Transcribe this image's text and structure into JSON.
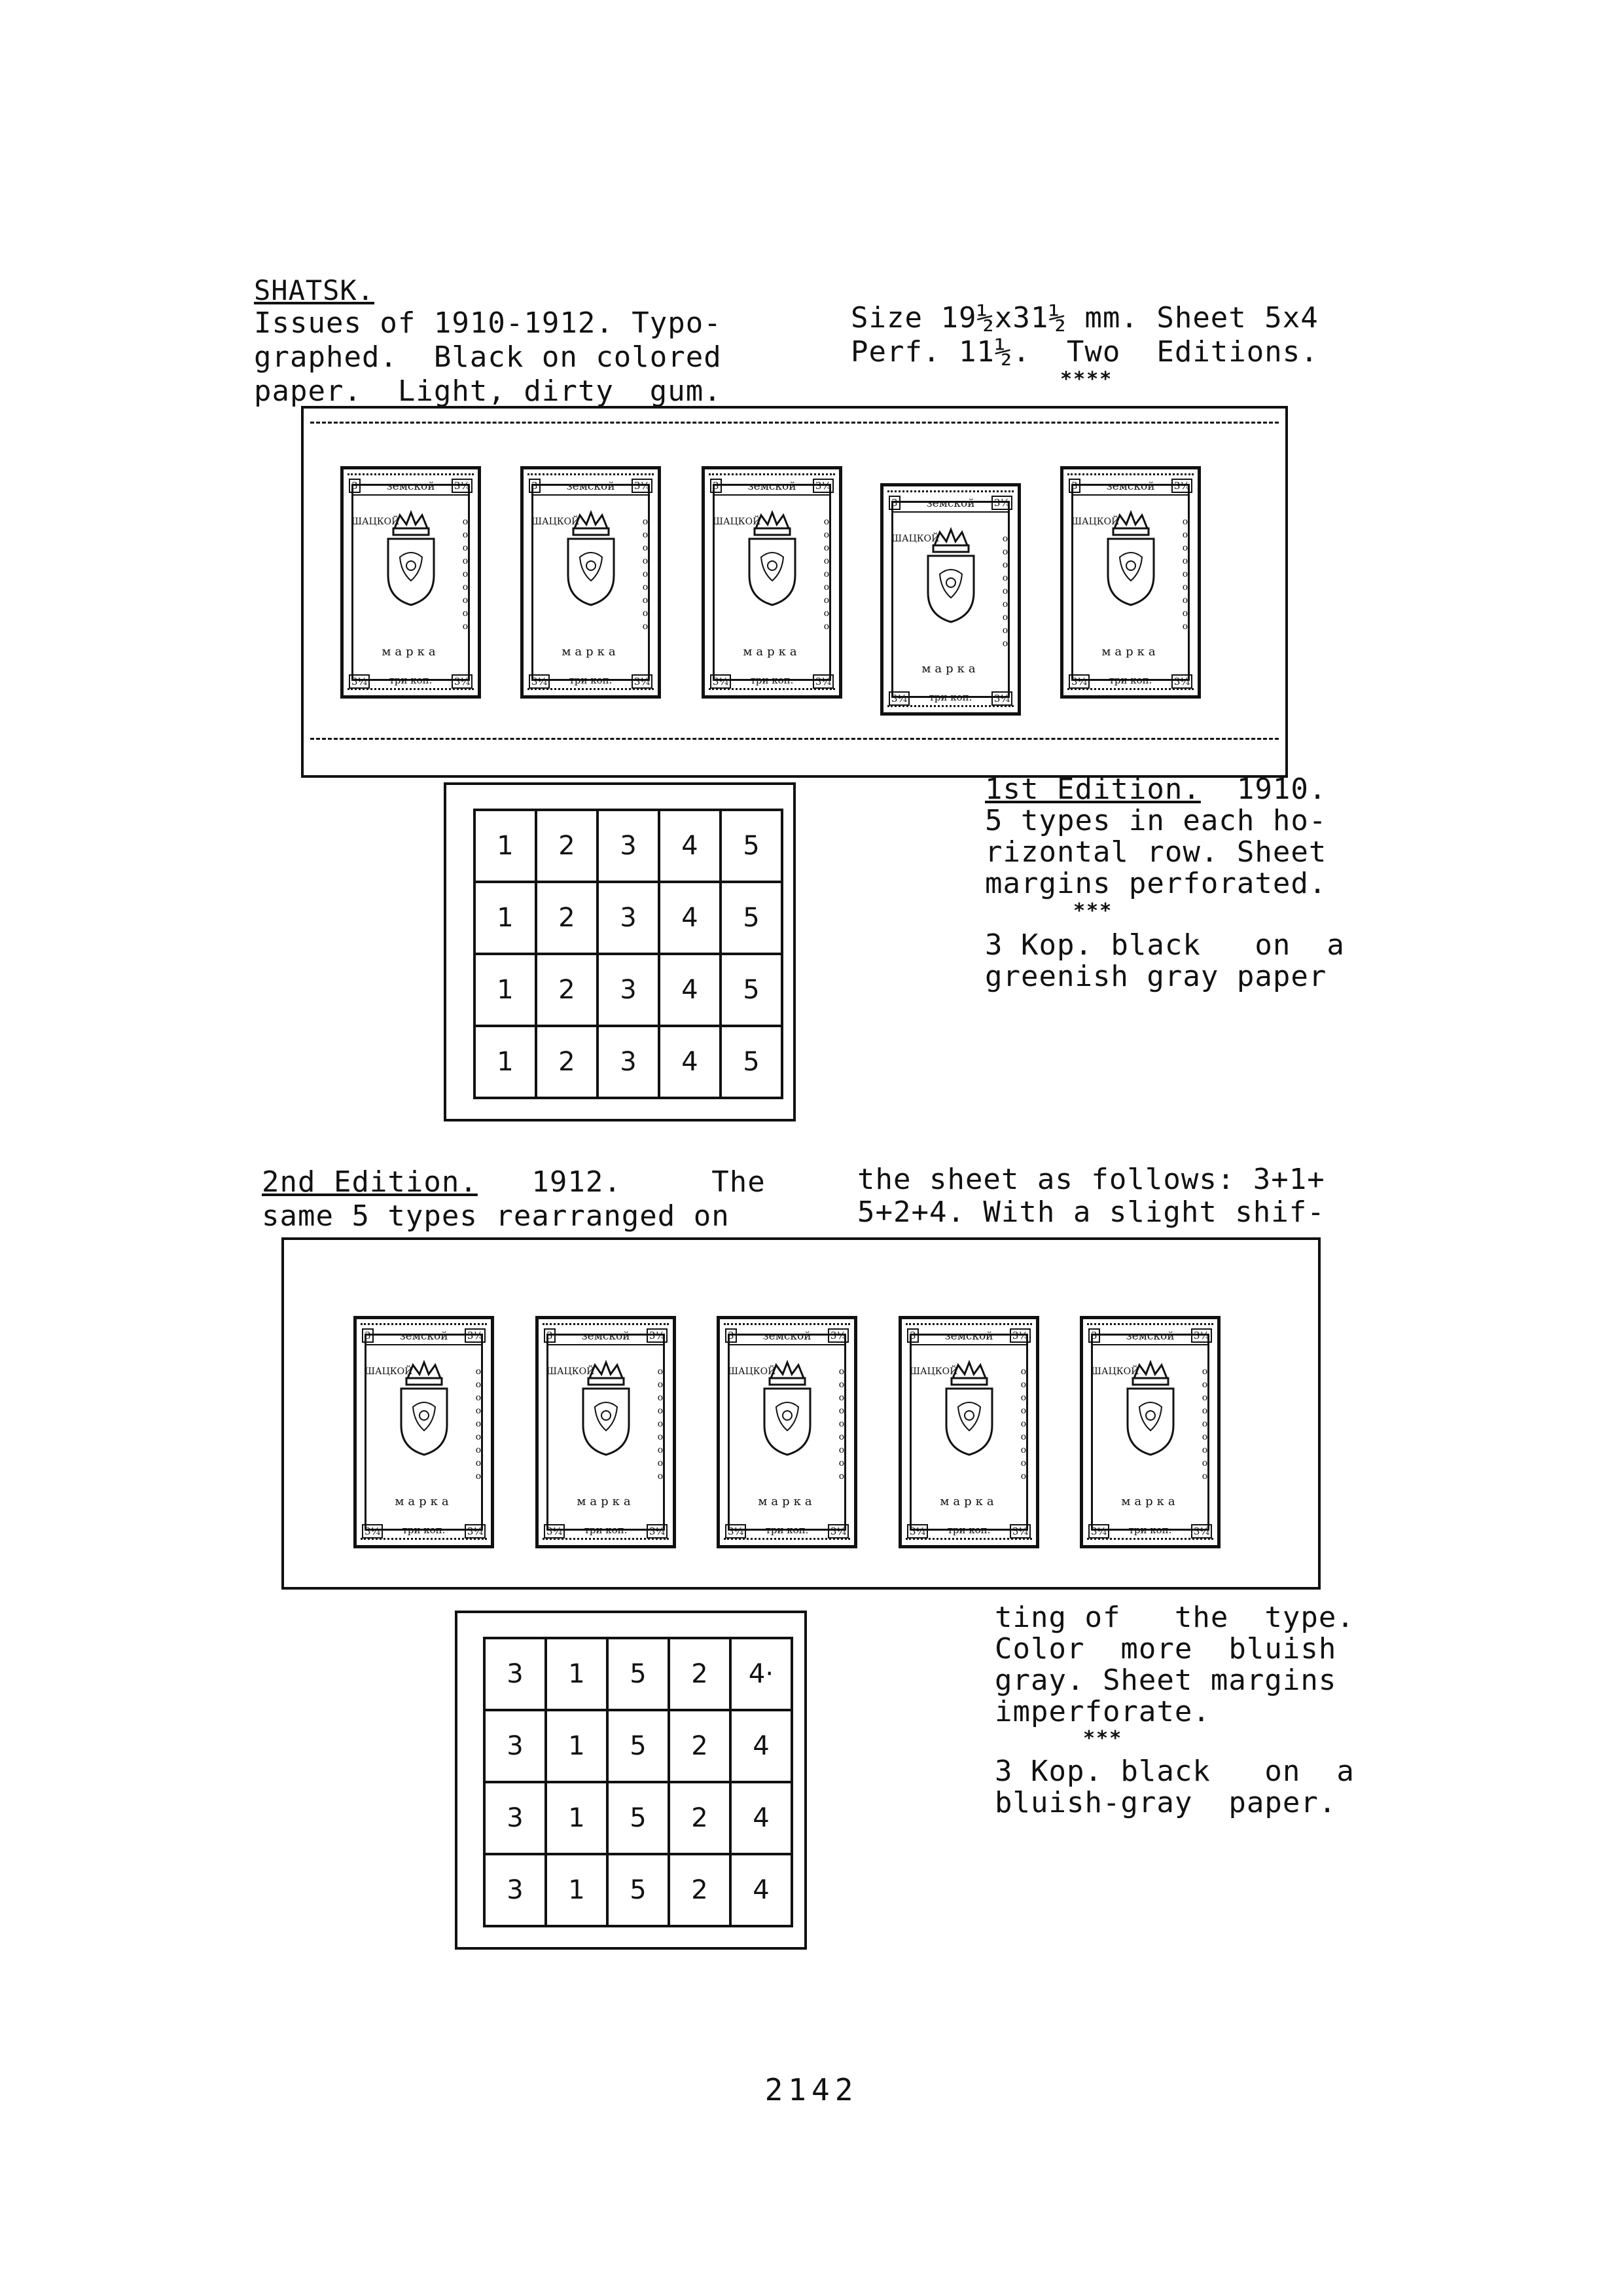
{
  "header": {
    "title": "SHATSK.",
    "left_lines": [
      "Issues of 1910-1912. Typo-",
      "graphed.  Black on colored",
      "paper.  Light, dirty  gum."
    ],
    "right_lines": [
      "Size 19½x31½ mm. Sheet 5x4",
      "Perf. 11½.  Two  Editions."
    ],
    "stars": "****"
  },
  "stamp_text": {
    "top": "земской",
    "value": "3",
    "value_frac": "3¼",
    "bottom_word": "марка",
    "denomination": "три коп.",
    "side_left": "ШАЦКОЙ"
  },
  "edition1": {
    "title": "1st Edition.",
    "year": "1910.",
    "lines": [
      "5 types in each ho-",
      "rizontal row. Sheet",
      "margins perforated."
    ],
    "stars": "***",
    "color_lines": [
      "3 Kop. black   on  a",
      "greenish gray paper"
    ],
    "grid": [
      [
        "1",
        "2",
        "3",
        "4",
        "5"
      ],
      [
        "1",
        "2",
        "3",
        "4",
        "5"
      ],
      [
        "1",
        "2",
        "3",
        "4",
        "5"
      ],
      [
        "1",
        "2",
        "3",
        "4",
        "5"
      ]
    ]
  },
  "edition2": {
    "title": "2nd Edition.",
    "intro_left": [
      "1912.     The",
      "same 5 types rearranged on"
    ],
    "intro_right": [
      "the sheet as follows: 3+1+",
      "5+2+4. With a slight shif-"
    ],
    "lines": [
      "ting of   the  type.",
      "Color  more  bluish",
      "gray. Sheet margins",
      "imperforate."
    ],
    "stars": "***",
    "color_lines": [
      "3 Kop. black   on  a",
      "bluish-gray  paper."
    ],
    "grid": [
      [
        "3",
        "1",
        "5",
        "2",
        "4·"
      ],
      [
        "3",
        "1",
        "5",
        "2",
        "4"
      ],
      [
        "3",
        "1",
        "5",
        "2",
        "4"
      ],
      [
        "3",
        "1",
        "5",
        "2",
        "4"
      ]
    ]
  },
  "page_number": "2142"
}
